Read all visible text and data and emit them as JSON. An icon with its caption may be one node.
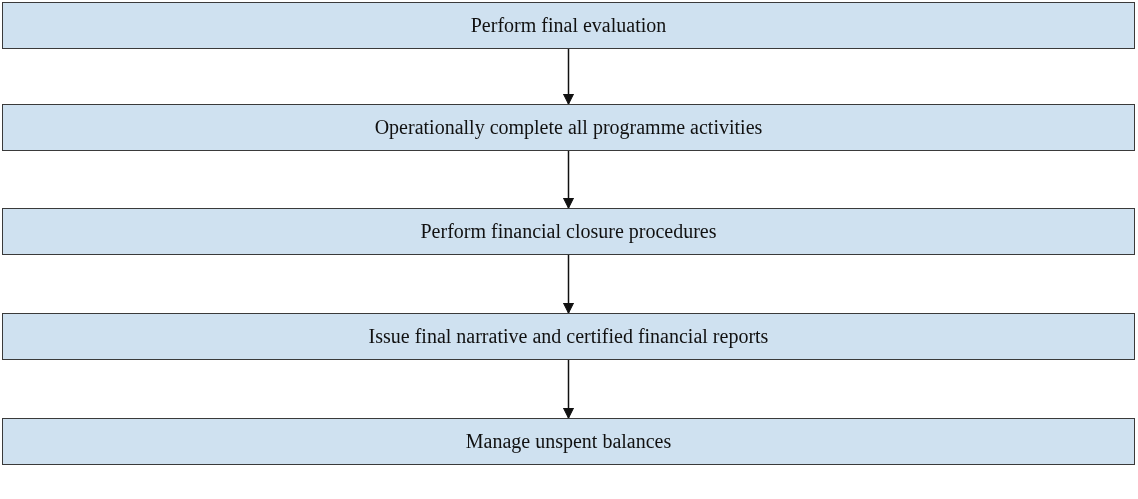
{
  "diagram": {
    "nodes": [
      {
        "text": [
          "Perform final evaluation"
        ]
      },
      {
        "text": [
          "Operationally complete all programme activities"
        ]
      },
      {
        "text": [
          "Perform financial closure procedures"
        ]
      },
      {
        "text": [
          "Issue final narrative and certified financial reports"
        ]
      },
      {
        "text": [
          "Manage unspent balances"
        ]
      }
    ],
    "edges": [
      {
        "from": 0,
        "to": 1,
        "arrow": "to"
      },
      {
        "from": 1,
        "to": 2,
        "arrow": "to"
      },
      {
        "from": 2,
        "to": 3,
        "arrow": "to"
      },
      {
        "from": 3,
        "to": 4,
        "arrow": "to"
      }
    ]
  }
}
